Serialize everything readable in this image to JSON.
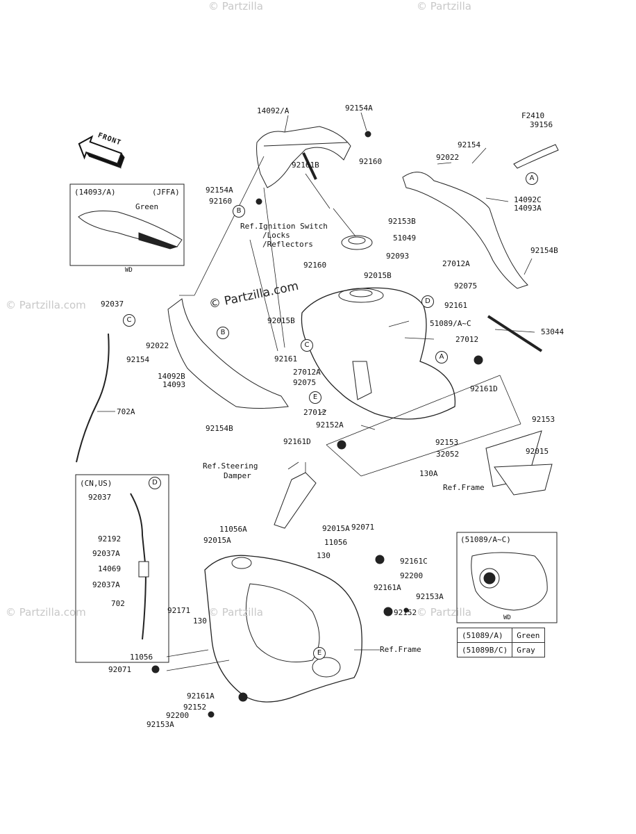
{
  "watermark": {
    "site": "© Partzilla.com",
    "site_short": "© Partzilla"
  },
  "front_arrow": {
    "text": "FRONT"
  },
  "inset_left": {
    "title": "(14093/A)",
    "variant": "(JFFA)",
    "color": "Green",
    "footer": "WD"
  },
  "inset_cnus": {
    "title": "(CN,US)"
  },
  "inset_tank": {
    "title": "(51089/A~C)",
    "footer": "WD"
  },
  "color_table": [
    {
      "part": "(51089/A)",
      "color": "Green"
    },
    {
      "part": "(51089B/C)",
      "color": "Gray"
    }
  ],
  "callouts": [
    "A",
    "B",
    "C",
    "D",
    "E"
  ],
  "labels": {
    "14092A": "14092/A",
    "92154A_top": "92154A",
    "92160_top": "92160",
    "92161B": "92161B",
    "92154A_l": "92154A",
    "92160_l": "92160",
    "ref_ign": "Ref.Ignition Switch",
    "locks": "/Locks",
    "reflectors": "/Reflectors",
    "92153B": "92153B",
    "51049": "51049",
    "92160_m": "92160",
    "92093": "92093",
    "F2410": "F2410",
    "39156": "39156",
    "92154": "92154",
    "92022_r": "92022",
    "14092C": "14092C",
    "14093A": "14093A",
    "92154B_r": "92154B",
    "27012A_r": "27012A",
    "92075_r": "92075",
    "92015B_r": "92015B",
    "92161_r": "92161",
    "51089": "51089/A~C",
    "53044": "53044",
    "27012_r": "27012",
    "92161D_r": "92161D",
    "92037_l": "92037",
    "92022_l": "92022",
    "92154_l": "92154",
    "92015B_l": "92015B",
    "92161_l": "92161",
    "27012A_l": "27012A",
    "92075_l": "92075",
    "14092B": "14092B",
    "14093": "14093",
    "702A": "702A",
    "92154B_l": "92154B",
    "27012_l": "27012",
    "92152A": "92152A",
    "92161D_l": "92161D",
    "92153_a": "92153",
    "92153_b": "92153",
    "32052": "32052",
    "92015": "92015",
    "130A": "130A",
    "ref_frame_r": "Ref.Frame",
    "ref_steering": "Ref.Steering",
    "damper": "Damper",
    "92037_c": "92037",
    "92192": "92192",
    "92037A_a": "92037A",
    "14069": "14069",
    "92037A_b": "92037A",
    "702": "702",
    "11056A": "11056A",
    "92015A_a": "92015A",
    "92015A_b": "92015A",
    "92071_top": "92071",
    "11056_top": "11056",
    "130_top": "130",
    "92161C": "92161C",
    "92200_r": "92200",
    "92161A_r": "92161A",
    "92153A_r": "92153A",
    "92152_r": "92152",
    "ref_frame_b": "Ref.Frame",
    "92171": "92171",
    "130_l": "130",
    "11056_l": "11056",
    "92071_l": "92071",
    "92161A_l": "92161A",
    "92152_l": "92152",
    "92200_l": "92200",
    "92153A_l": "92153A"
  }
}
